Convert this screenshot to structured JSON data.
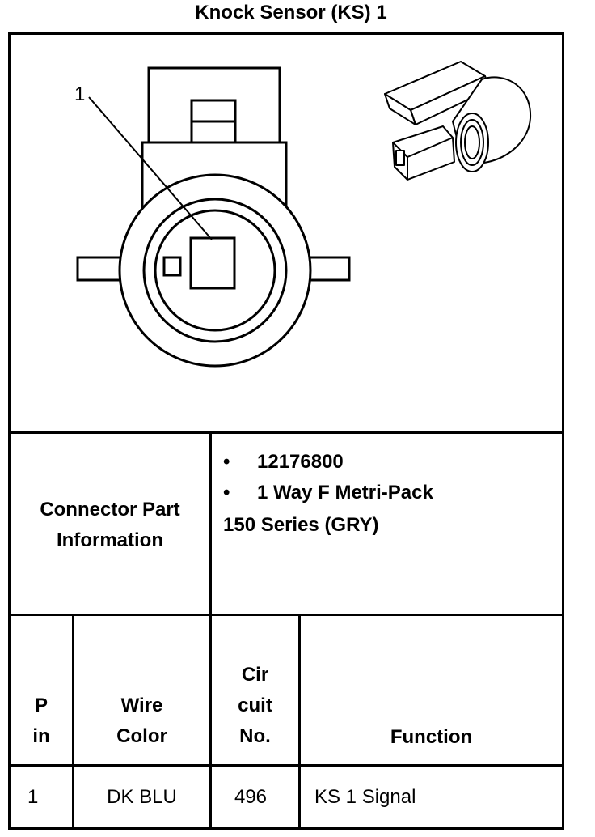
{
  "title": "Knock Sensor (KS) 1",
  "diagram": {
    "callout": "1"
  },
  "connector_info": {
    "label_line1": "Connector Part",
    "label_line2": "Information",
    "bullet": "•",
    "part_number": "12176800",
    "description_line1": "1 Way F Metri-Pack",
    "description_line2": "150 Series (GRY)"
  },
  "table": {
    "headers": {
      "pin": [
        "P",
        "in"
      ],
      "wire_color": [
        "Wire",
        "Color"
      ],
      "circuit": [
        "Cir",
        "cuit",
        "No."
      ],
      "function": "Function"
    },
    "rows": [
      {
        "pin": "1",
        "wire_color": "DK BLU",
        "circuit": "496",
        "function": "KS 1 Signal"
      }
    ]
  }
}
